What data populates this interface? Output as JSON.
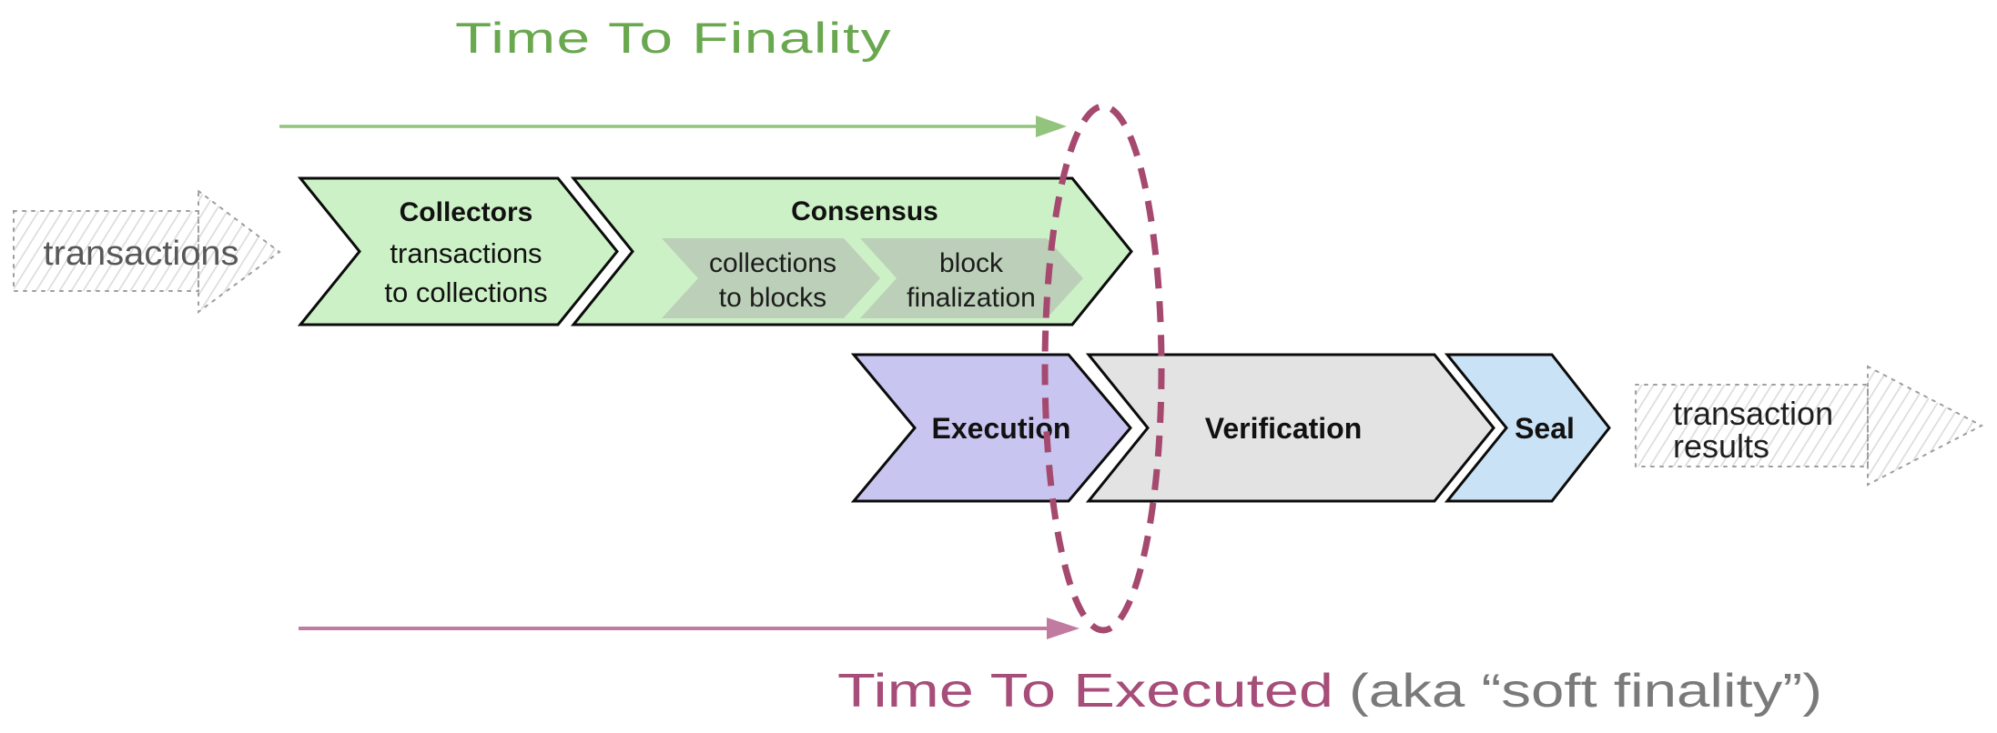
{
  "titles": {
    "top": "Time To Finality",
    "bottom_main": "Time To Executed",
    "bottom_suffix": "(aka “soft finality”)"
  },
  "input_arrow": {
    "label": "transactions"
  },
  "output_arrow": {
    "line1": "transaction",
    "line2": "results"
  },
  "pipeline": {
    "collectors": {
      "title": "Collectors",
      "line1": "transactions",
      "line2": "to collections"
    },
    "consensus": {
      "title": "Consensus",
      "sub1": {
        "line1": "collections",
        "line2": "to blocks"
      },
      "sub2": {
        "line1": "block",
        "line2": "finalization"
      }
    },
    "execution": {
      "label": "Execution"
    },
    "verification": {
      "label": "Verification"
    },
    "seal": {
      "label": "Seal"
    }
  },
  "colors": {
    "green_title": "#6aa84f",
    "green_arrow": "#93c47d",
    "chevron_green": "#cdf1c6",
    "chevron_subgreen": "#bccfb8",
    "chevron_purple": "#c8c5f1",
    "chevron_gray": "#e3e3e3",
    "chevron_blue": "#c9e2f6",
    "ellipse": "#a5496f",
    "pink_arrow": "#c27ba0",
    "maroon_text": "#a64d79",
    "paren_text": "#7a7a7a",
    "input_text": "#575757",
    "output_text": "#1f1f1f",
    "outline": "#0b0b0b"
  }
}
